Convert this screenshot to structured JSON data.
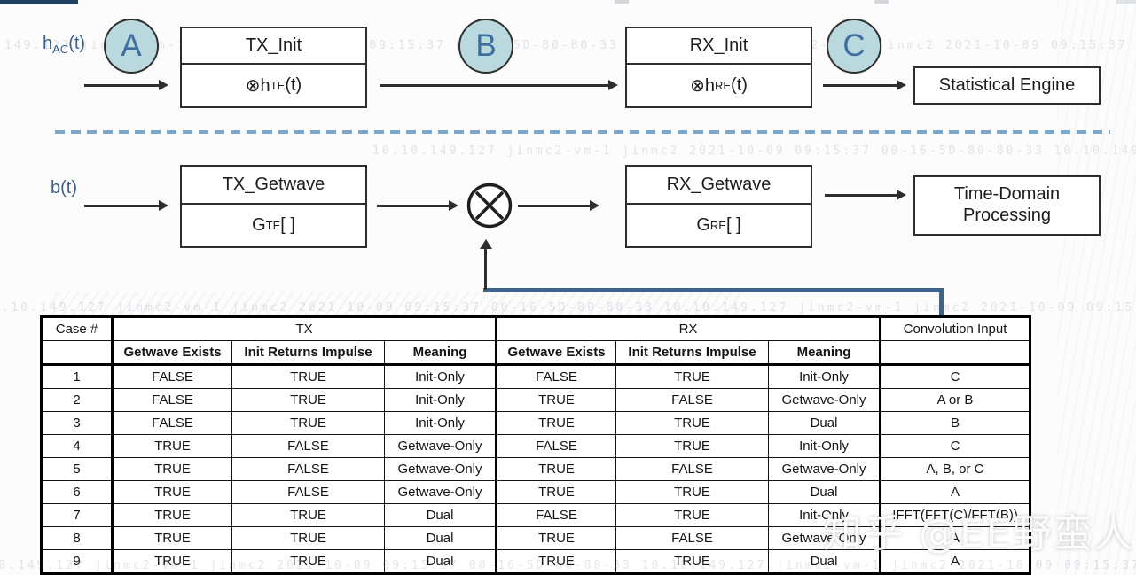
{
  "watermarks": {
    "machine_line": "10.10.149.127  jinmc2-vm-1  jinmc2  2021-10-09  09:15:37  00-16-5D-80-80-33      10.10.149.127  jinmc2-vm-1  jinmc2  2021-10-09  09:15:37  00-16-5D-80-80-33",
    "zhihu": "知乎 @EE野蛮人"
  },
  "diagram": {
    "statistical_row": {
      "input_label": {
        "base": "h",
        "sub": "AC",
        "suffix": "(t)"
      },
      "point_a": "A",
      "point_b": "B",
      "point_c": "C",
      "tx_init": {
        "title": "TX_Init",
        "formula": {
          "main": "⊗h",
          "sub": "TE",
          "tail": "(t)"
        }
      },
      "rx_init": {
        "title": "RX_Init",
        "formula": {
          "main": "⊗h",
          "sub": "RE",
          "tail": "(t)"
        }
      },
      "statistical_engine": "Statistical Engine"
    },
    "timedomain_row": {
      "input_label": {
        "base": "b",
        "sub": "",
        "suffix": "(t)"
      },
      "tx_getwave": {
        "title": "TX_Getwave",
        "formula": {
          "main": "G",
          "sub": "TE",
          "tail": "[ ]"
        }
      },
      "rx_getwave": {
        "title": "RX_Getwave",
        "formula": {
          "main": "G",
          "sub": "RE",
          "tail": "[ ]"
        }
      },
      "time_domain_processing": {
        "line1": "Time-Domain",
        "line2": "Processing"
      }
    }
  },
  "table": {
    "corner_header": "Case #",
    "tx_group": "TX",
    "rx_group": "RX",
    "conv_header": "Convolution Input",
    "sub_headers": [
      "Getwave Exists",
      "Init Returns Impulse",
      "Meaning"
    ],
    "rows": [
      {
        "case": "1",
        "cells": [
          "FALSE",
          "TRUE",
          "Init-Only",
          "FALSE",
          "TRUE",
          "Init-Only",
          "C"
        ]
      },
      {
        "case": "2",
        "cells": [
          "FALSE",
          "TRUE",
          "Init-Only",
          "TRUE",
          "FALSE",
          "Getwave-Only",
          "A or B"
        ]
      },
      {
        "case": "3",
        "cells": [
          "FALSE",
          "TRUE",
          "Init-Only",
          "TRUE",
          "TRUE",
          "Dual",
          "B"
        ]
      },
      {
        "case": "4",
        "cells": [
          "TRUE",
          "FALSE",
          "Getwave-Only",
          "FALSE",
          "TRUE",
          "Init-Only",
          "C"
        ]
      },
      {
        "case": "5",
        "cells": [
          "TRUE",
          "FALSE",
          "Getwave-Only",
          "TRUE",
          "FALSE",
          "Getwave-Only",
          "A, B, or C"
        ]
      },
      {
        "case": "6",
        "cells": [
          "TRUE",
          "FALSE",
          "Getwave-Only",
          "TRUE",
          "TRUE",
          "Dual",
          "A"
        ]
      },
      {
        "case": "7",
        "cells": [
          "TRUE",
          "TRUE",
          "Dual",
          "FALSE",
          "TRUE",
          "Init-Only",
          "IFFT(FFT(C)/FFT(B))"
        ]
      },
      {
        "case": "8",
        "cells": [
          "TRUE",
          "TRUE",
          "Dual",
          "TRUE",
          "FALSE",
          "Getwave-Only",
          "A"
        ]
      },
      {
        "case": "9",
        "cells": [
          "TRUE",
          "TRUE",
          "Dual",
          "TRUE",
          "TRUE",
          "Dual",
          "A"
        ]
      }
    ]
  },
  "colors": {
    "badge_fill": "#b9d9de",
    "badge_text": "#3c6e9f",
    "label_blue": "#3a5f8a",
    "dashed_divider": "#7fa6c6",
    "connector_blue": "#3b6390",
    "bottom_bar": "#4377ad",
    "top_bar": "#20405f"
  }
}
